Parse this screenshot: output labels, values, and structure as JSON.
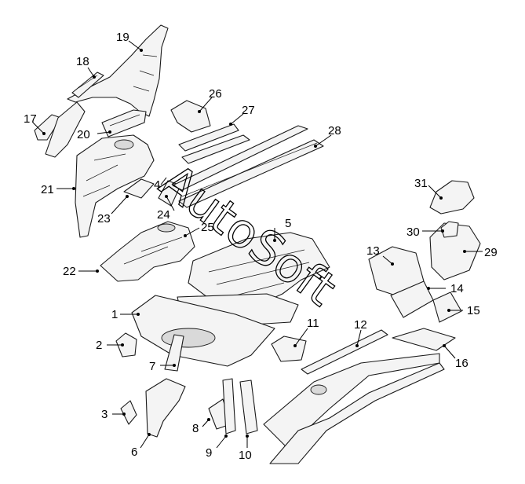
{
  "callouts": [
    "1",
    "2",
    "3",
    "4",
    "5",
    "6",
    "7",
    "8",
    "9",
    "10",
    "11",
    "12",
    "13",
    "14",
    "15",
    "16",
    "17",
    "18",
    "19",
    "20",
    "21",
    "22",
    "23",
    "24",
    "25",
    "26",
    "27",
    "28",
    "29",
    "30",
    "31"
  ],
  "watermark": "AutoSoft"
}
